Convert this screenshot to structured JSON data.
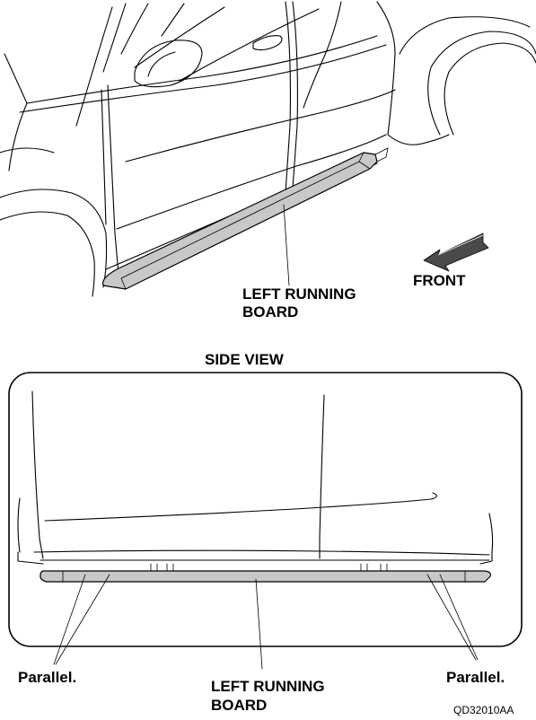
{
  "labels": {
    "left_running_board_top_line1": "LEFT RUNNING",
    "left_running_board_top_line2": "BOARD",
    "front": "FRONT",
    "side_view": "SIDE VIEW",
    "parallel_left": "Parallel.",
    "parallel_right": "Parallel.",
    "left_running_board_bottom_line1": "LEFT RUNNING",
    "left_running_board_bottom_line2": "BOARD",
    "figure_code": "QD32010AA"
  },
  "colors": {
    "line": "#000000",
    "board_fill": "#c8c8c8",
    "arrow_fill": "#4a4a4a",
    "background": "#ffffff"
  }
}
